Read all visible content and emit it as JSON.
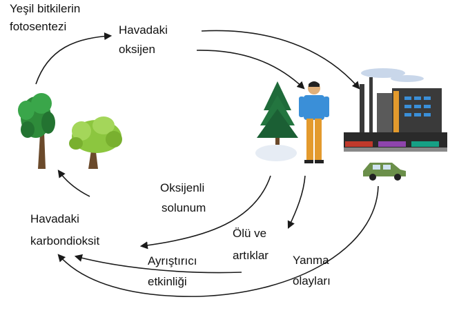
{
  "labels": {
    "photosynthesis_line1": "Yeşil bitkilerin",
    "photosynthesis_line2": "fotosentezi",
    "air_oxygen_line1": "Havadaki",
    "air_oxygen_line2": "oksijen",
    "respiration_line1": "Oksijenli",
    "respiration_line2": "solunum",
    "air_co2_line1": "Havadaki",
    "air_co2_line2": "karbondioksit",
    "dead_line1": "Ölü ve",
    "dead_line2": "artıklar",
    "decomposer_line1": "Ayrıştırıcı",
    "decomposer_line2": "etkinliği",
    "combustion_line1": "Yanma",
    "combustion_line2": "olayları"
  },
  "colors": {
    "arrow": "#1a1a1a",
    "tree_green": "#2e8b3a",
    "leaf_light": "#8cc63f",
    "trunk": "#6b4a2b",
    "factory_dark": "#3a3a3a",
    "shirt": "#3a8fd8",
    "pants": "#e39a2d"
  },
  "icons": [
    "deciduous-tree-icon",
    "broadleaf-tree-icon",
    "pine-tree-icon",
    "person-icon",
    "factory-icon",
    "car-icon"
  ]
}
